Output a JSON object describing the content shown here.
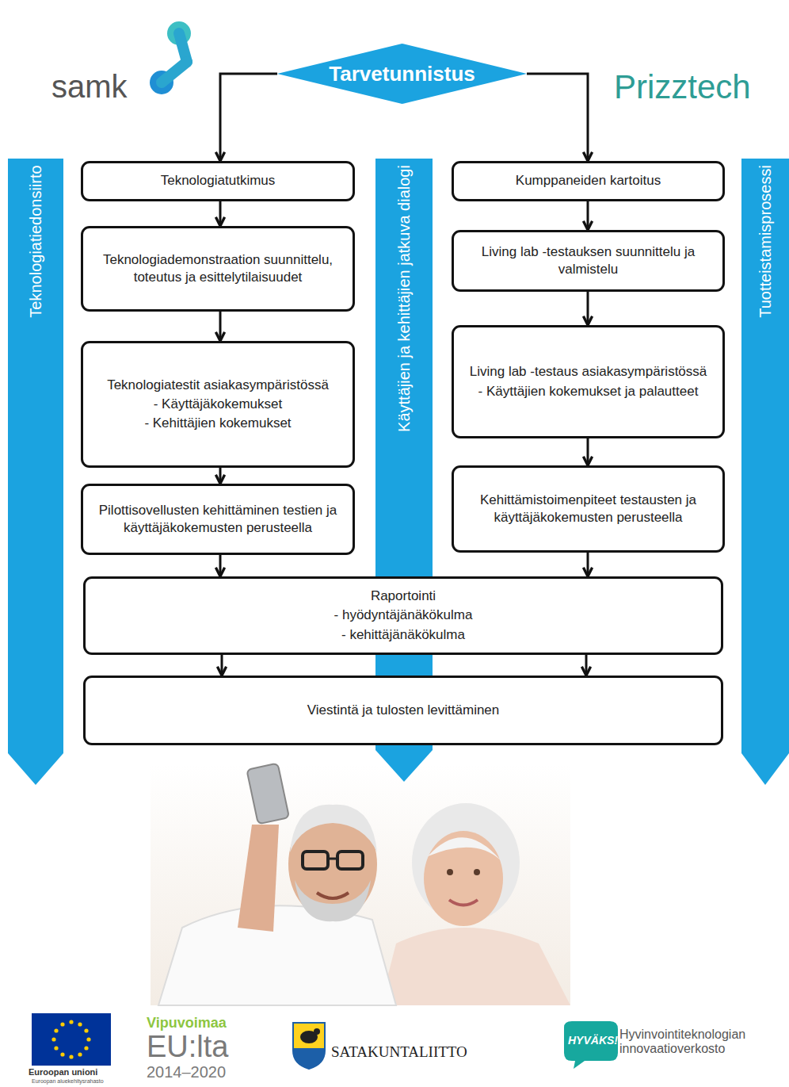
{
  "diagram": {
    "nodes": [
      {
        "text": [
          "Tarvetunnistus"
        ]
      },
      {
        "text": [
          "Teknologiatiedonsiirto"
        ]
      },
      {
        "text": [
          "Teknologiatutkimus"
        ]
      },
      {
        "text": [
          "Teknologiademonstraation suunnittelu, toteutus ja esittelytilaisuudet"
        ]
      },
      {
        "text": [
          "Teknologiatestit asiakasympäristössä",
          "- Käyttäjäkokemukset",
          "- Kehittäjien kokemukset"
        ]
      },
      {
        "text": [
          "Pilottisovellusten kehittäminen testien ja käyttäjäkokemusten perusteella"
        ]
      },
      {
        "text": [
          "Käyttäjien ja kehittäjien jatkuva dialogi"
        ]
      },
      {
        "text": [
          "Kumppaneiden kartoitus"
        ]
      },
      {
        "text": [
          "Living lab -testauksen suunnittelu ja valmistelu"
        ]
      },
      {
        "text": [
          "Living lab -testaus asiakasympäristössä",
          "- Käyttäjien kokemukset ja palautteet"
        ]
      },
      {
        "text": [
          "Kehittämistoimenpiteet testausten ja käyttäjäkokemusten perusteella"
        ]
      },
      {
        "text": [
          "Tuotteistamisprosessi"
        ]
      },
      {
        "text": [
          "Raportointi",
          "- hyödyntäjänäkökulma",
          "- kehittäjänäkökulma"
        ]
      },
      {
        "text": [
          "Viestintä ja tulosten levittäminen"
        ]
      }
    ],
    "edges": [
      {
        "from": 0,
        "to": 2,
        "arrow": "to"
      },
      {
        "from": 0,
        "to": 7,
        "arrow": "to"
      },
      {
        "from": 2,
        "to": 3,
        "arrow": "to"
      },
      {
        "from": 3,
        "to": 4,
        "arrow": "to"
      },
      {
        "from": 4,
        "to": 5,
        "arrow": "to"
      },
      {
        "from": 7,
        "to": 8,
        "arrow": "to"
      },
      {
        "from": 8,
        "to": 9,
        "arrow": "to"
      },
      {
        "from": 9,
        "to": 10,
        "arrow": "to"
      },
      {
        "from": 5,
        "to": 12,
        "arrow": "to"
      },
      {
        "from": 10,
        "to": 12,
        "arrow": "to"
      },
      {
        "from": 12,
        "to": 13,
        "arrow": "to"
      },
      {
        "from": 12,
        "to": 13,
        "arrow": "to"
      }
    ],
    "labels": [
      "samk",
      "Prizztech",
      "Euroopan unioni",
      "Euroopan aluekehitysrahasto",
      "Vipuvoimaa",
      "EU:lta",
      "2014–2020",
      "SATAKUNTALIITTO",
      "HYVÄKS!",
      "Hyvinvointiteknologian innovaatioverkosto"
    ]
  }
}
